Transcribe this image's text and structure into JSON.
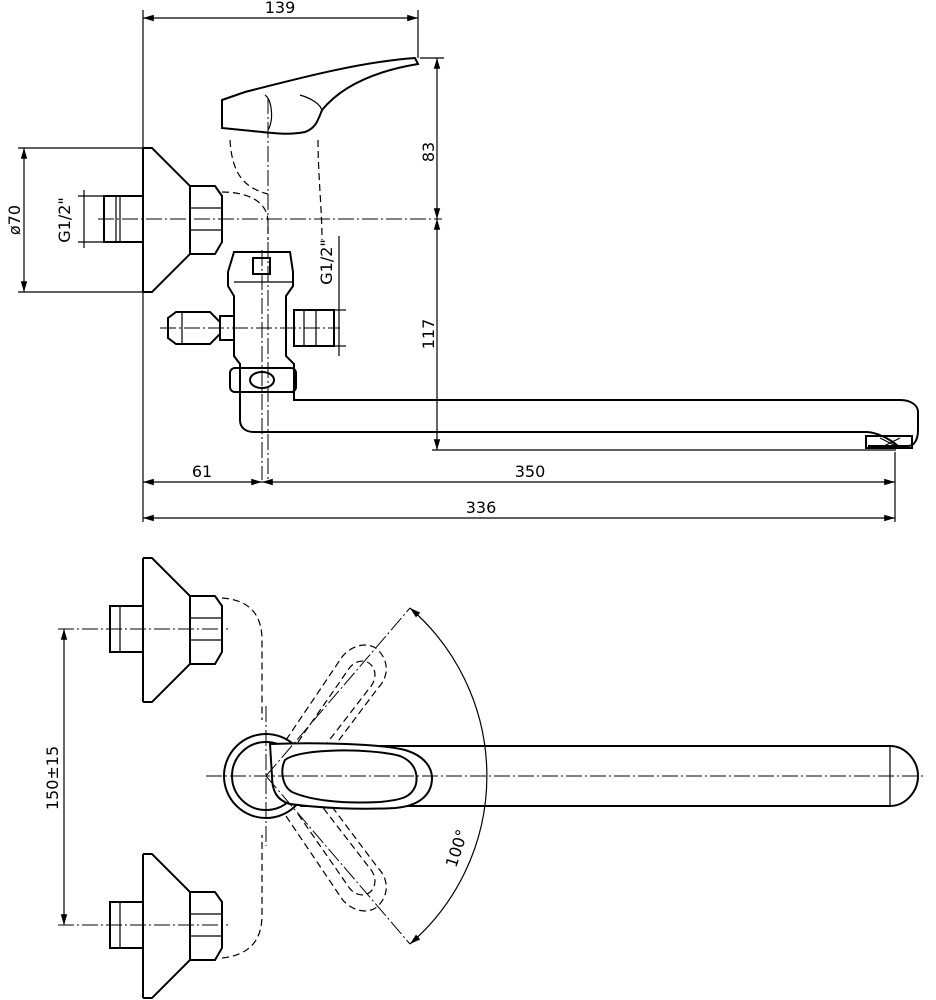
{
  "dimensions": {
    "top_width": "139",
    "height_upper": "83",
    "diameter": "ø70",
    "thread_left": "G1/2\"",
    "thread_right": "G1/2\"",
    "height_lower": "117",
    "offset_left": "61",
    "spout_length": "350",
    "total_length": "336",
    "center_distance": "150±15",
    "rotation_angle": "100°"
  },
  "views": [
    "front-elevation",
    "top-plan"
  ],
  "colors": {
    "line": "#000000",
    "background": "#ffffff"
  }
}
